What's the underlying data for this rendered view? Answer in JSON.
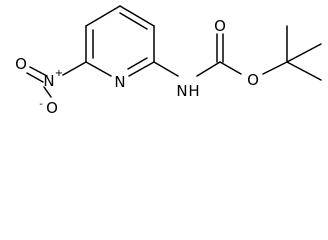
{
  "molecule": {
    "atoms": {
      "ring_n": "N",
      "amide_n": "N",
      "amide_h": "H",
      "nitro_n": "N",
      "nitro_n_charge": "+",
      "nitro_o_single": "O",
      "nitro_o_single_charge": "-",
      "nitro_o_double": "O",
      "carbonyl_o": "O",
      "ester_o": "O"
    },
    "colors": {
      "line": "#000000",
      "background": "#ffffff"
    }
  }
}
